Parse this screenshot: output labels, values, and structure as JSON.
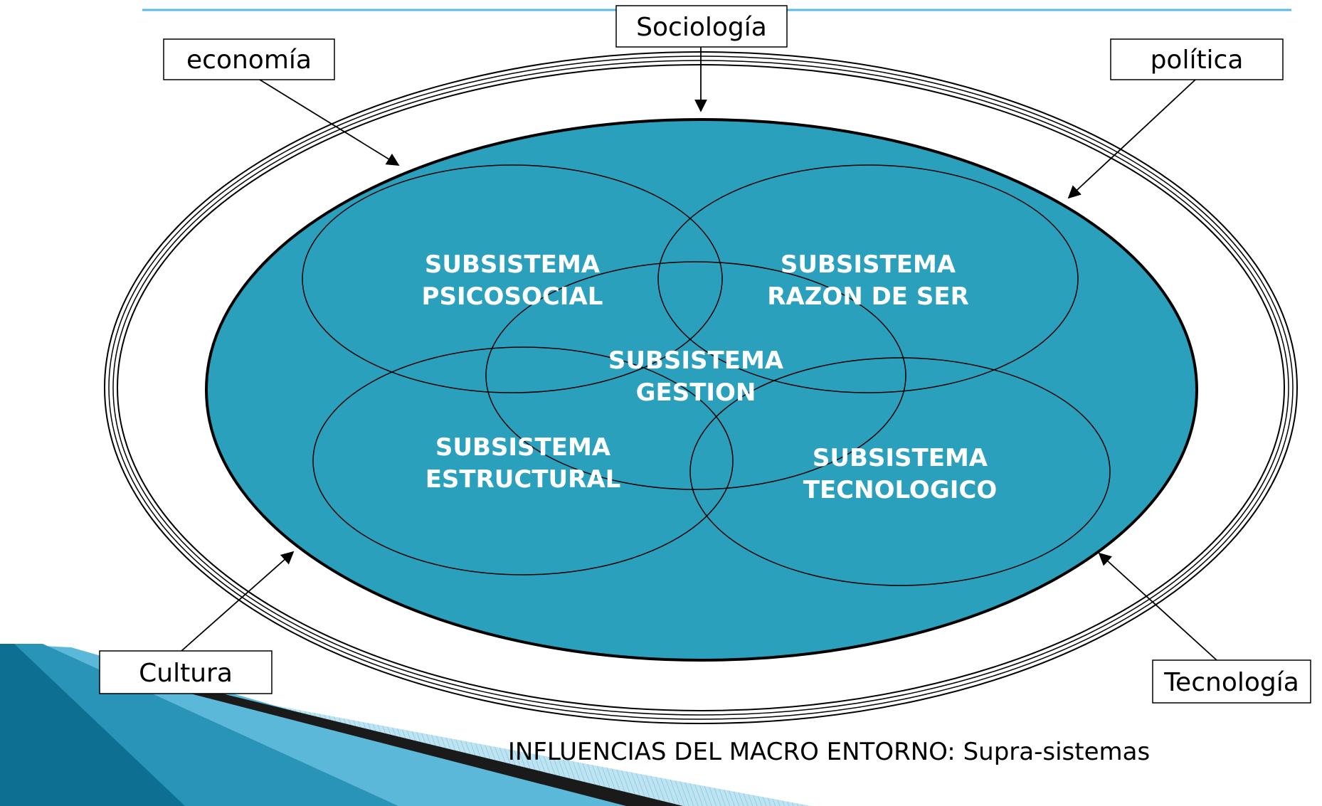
{
  "colors": {
    "inner_fill": "#2aa0bd",
    "stroke": "#000000",
    "rule_line": "#5bb9e6",
    "corner_dark": "#0d6f91",
    "corner_light": "#bfe3f0"
  },
  "influences": {
    "sociologia": "Sociología",
    "economia": "economía",
    "politica": "política",
    "cultura": "Cultura",
    "tecnologia": "Tecnología"
  },
  "subsystems": {
    "psicosocial": {
      "line1": "SUBSISTEMA",
      "line2": "PSICOSOCIAL"
    },
    "razon": {
      "line1": "SUBSISTEMA",
      "line2": "RAZON DE SER"
    },
    "gestion": {
      "line1": "SUBSISTEMA",
      "line2": "GESTION"
    },
    "estructural": {
      "line1": "SUBSISTEMA",
      "line2": "ESTRUCTURAL"
    },
    "tecnologico": {
      "line1": "SUBSISTEMA",
      "line2": "TECNOLOGICO"
    }
  },
  "caption": "INFLUENCIAS DEL MACRO ENTORNO: Supra-sistemas"
}
